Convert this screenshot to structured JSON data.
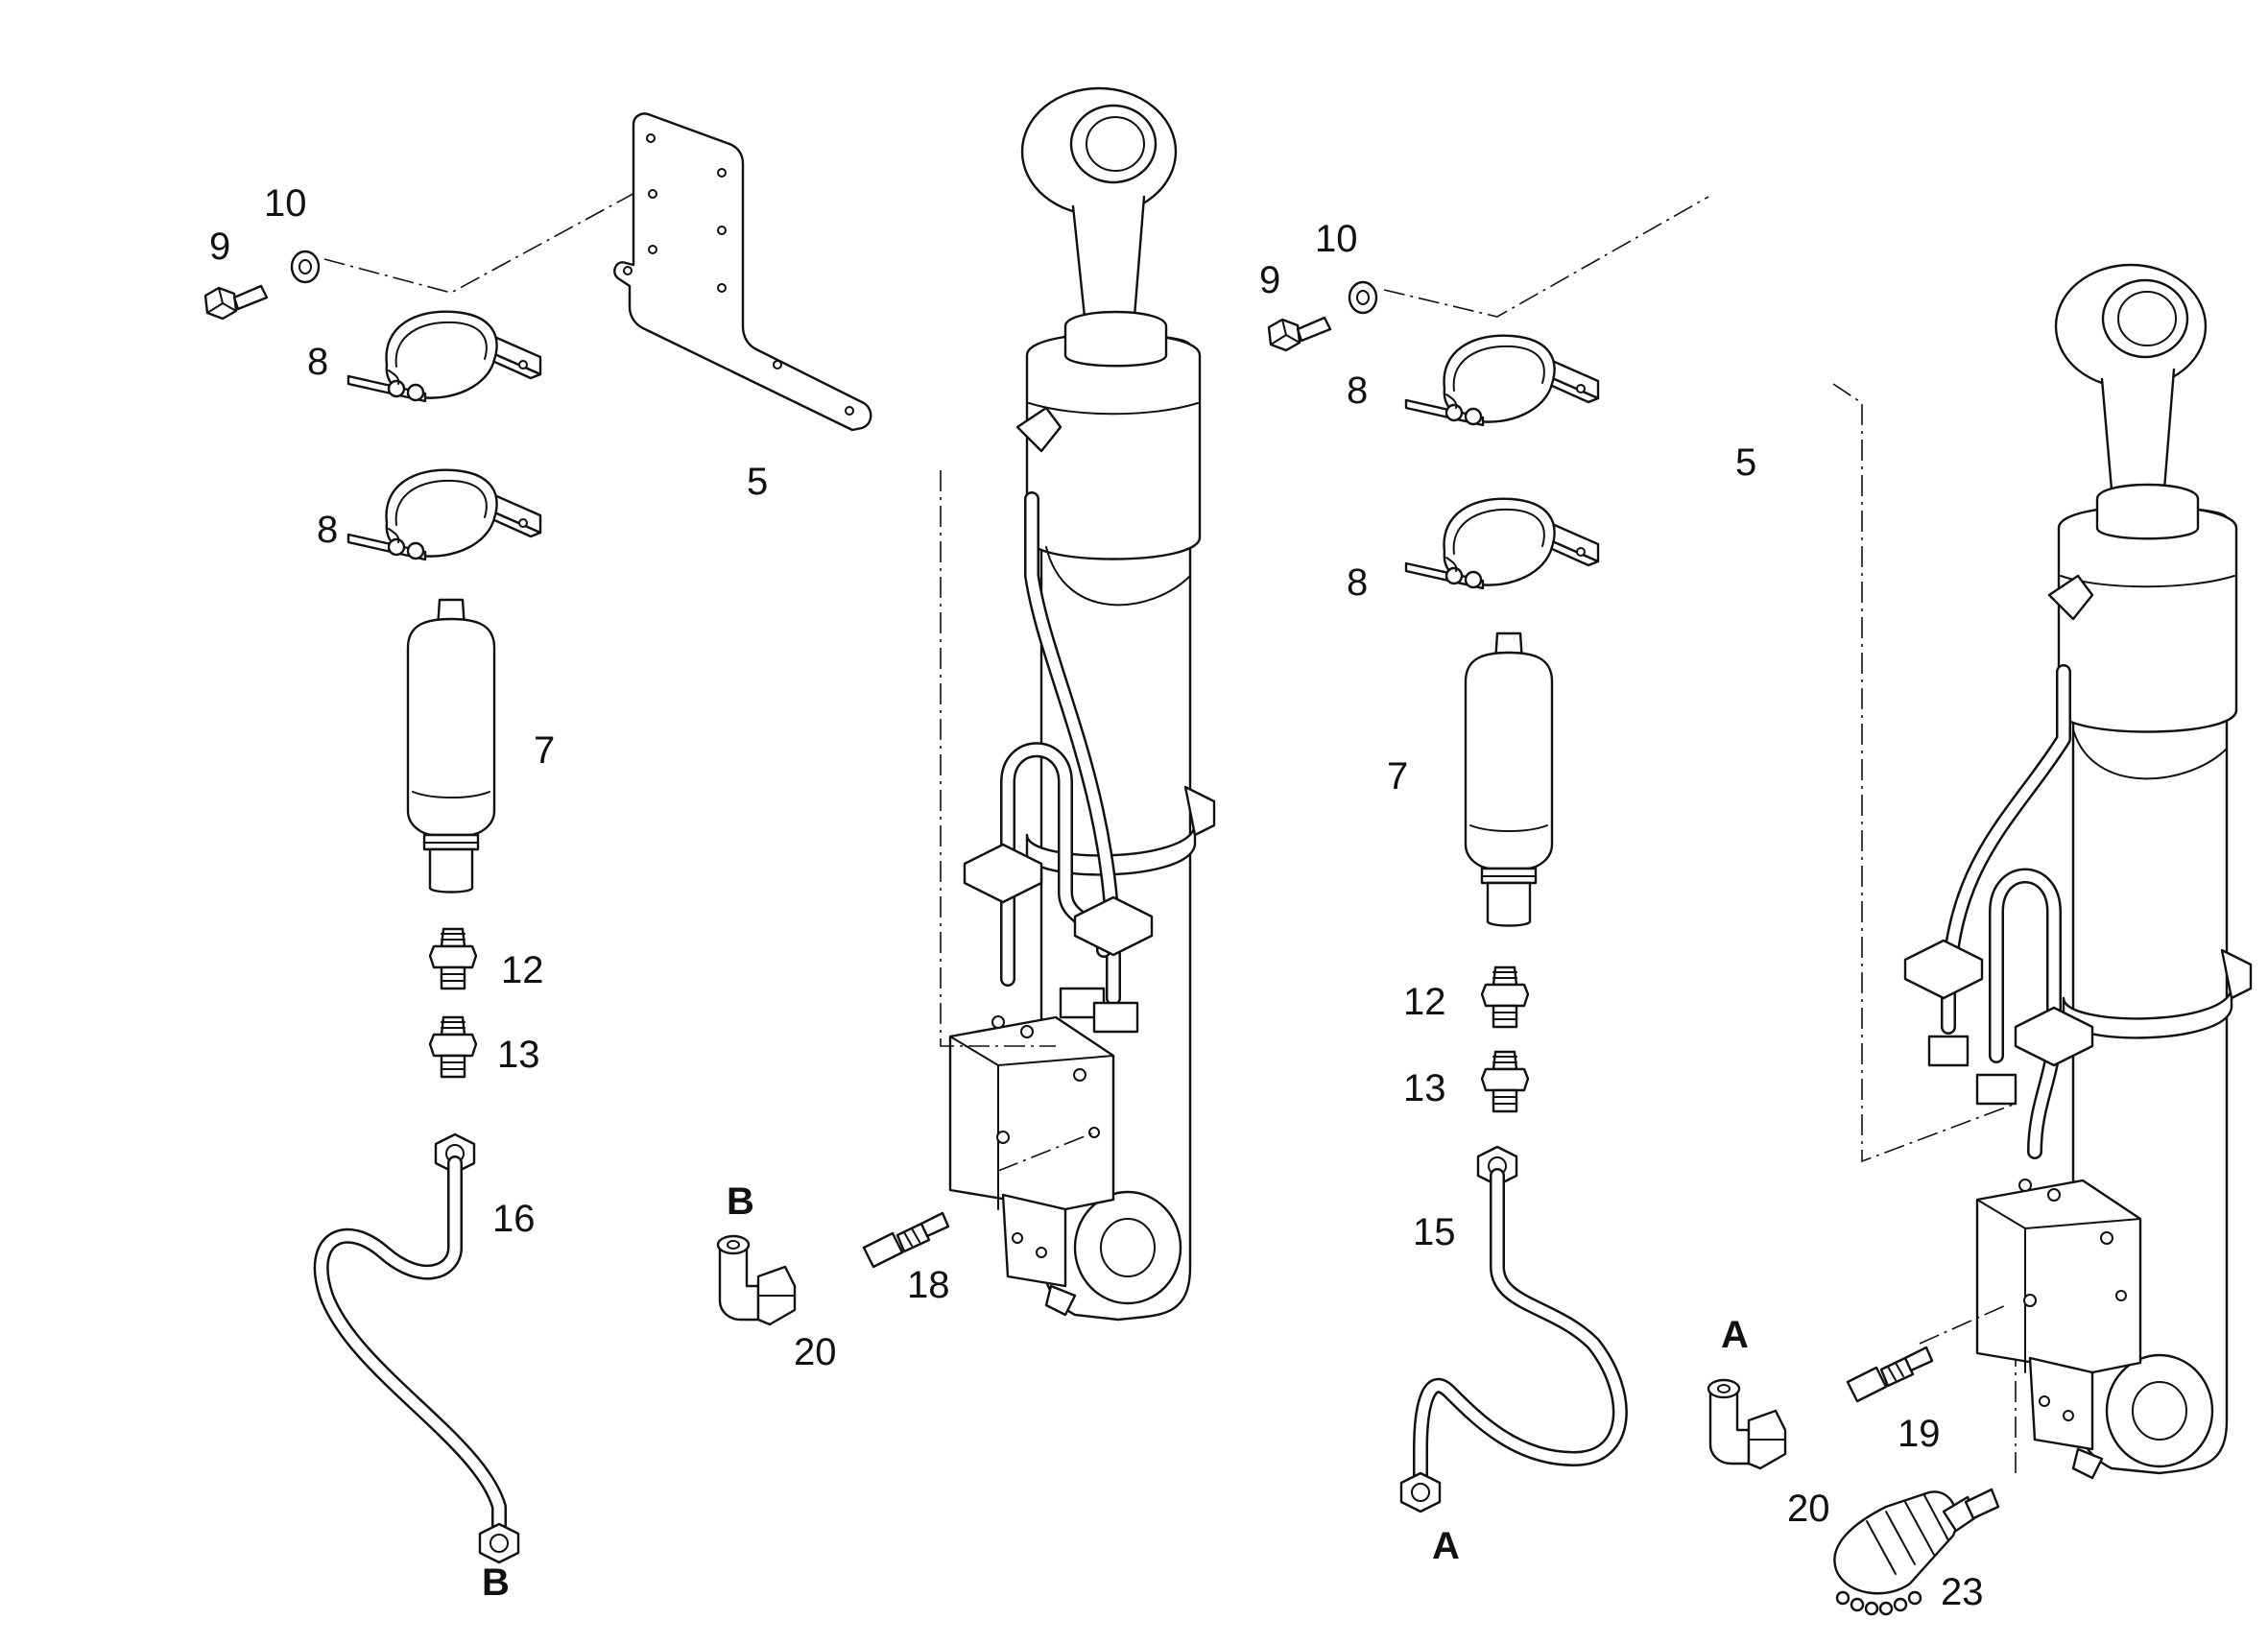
{
  "callouts": {
    "left": {
      "p9": "9",
      "p10": "10",
      "p8a": "8",
      "p8b": "8",
      "p5": "5",
      "p7": "7",
      "p12": "12",
      "p13": "13",
      "p16": "16",
      "p18": "18",
      "p20": "20",
      "connB_top": "B",
      "connB_bottom": "B"
    },
    "right": {
      "p9": "9",
      "p10": "10",
      "p8a": "8",
      "p8b": "8",
      "p5": "5",
      "p7": "7",
      "p12": "12",
      "p13": "13",
      "p15": "15",
      "p19": "19",
      "p20": "20",
      "p23": "23",
      "connA_top": "A",
      "connA_bottom": "A"
    }
  }
}
